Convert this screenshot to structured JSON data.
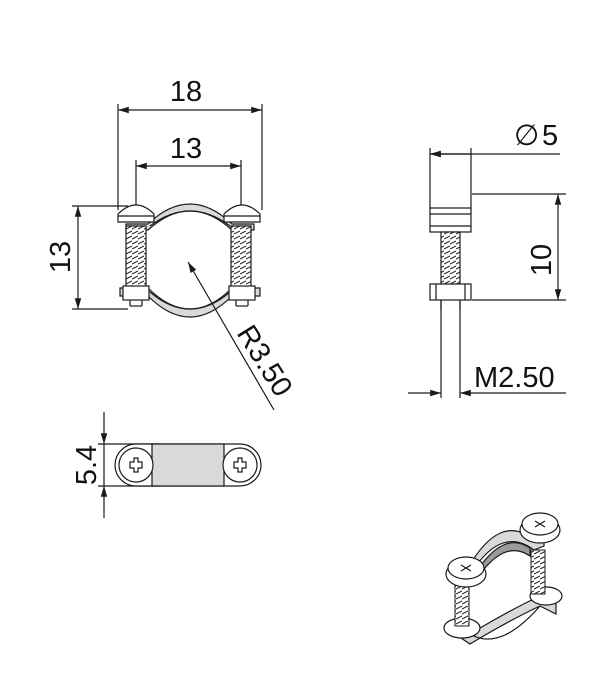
{
  "dimensions": {
    "width_overall": "18",
    "screw_spacing": "13",
    "height_left": "13",
    "radius": "R3.50",
    "diameter_head": "5",
    "diameter_symbol": "∅",
    "height_right": "10",
    "thread": "M2.50",
    "width_top_view": "5.4"
  },
  "colors": {
    "line": "#1a1a1a",
    "part_fill": "#d9d9d9",
    "background": "#ffffff"
  }
}
